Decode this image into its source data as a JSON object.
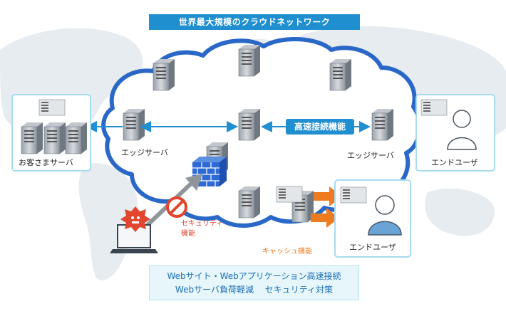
{
  "title": "世界最大規模のクラウドネットワーク",
  "speed_label": "高速接続機能",
  "left_panel": {
    "label": "お客さまサーバ"
  },
  "edge_left_label": "エッジサーバ",
  "edge_right_label": "エッジサーバ",
  "right_panel": {
    "label": "エンドユーザ"
  },
  "bottom_right_panel": {
    "label": "エンドユーザ"
  },
  "security": {
    "line1": "セキュリ",
    "line2": "ティ",
    "line3": "機能"
  },
  "cache_label": "キャッシュ機能",
  "bottom_box": {
    "line1": "Webサイト・Webアプリケーション高速接続",
    "line2": "Webサーバ負荷軽減　 セキュリティ対策"
  },
  "colors": {
    "accent": "#1f8fd0",
    "cloud_outline": "#2a68c8",
    "arrow": "#ee7b1f",
    "alert": "#e2462f"
  }
}
